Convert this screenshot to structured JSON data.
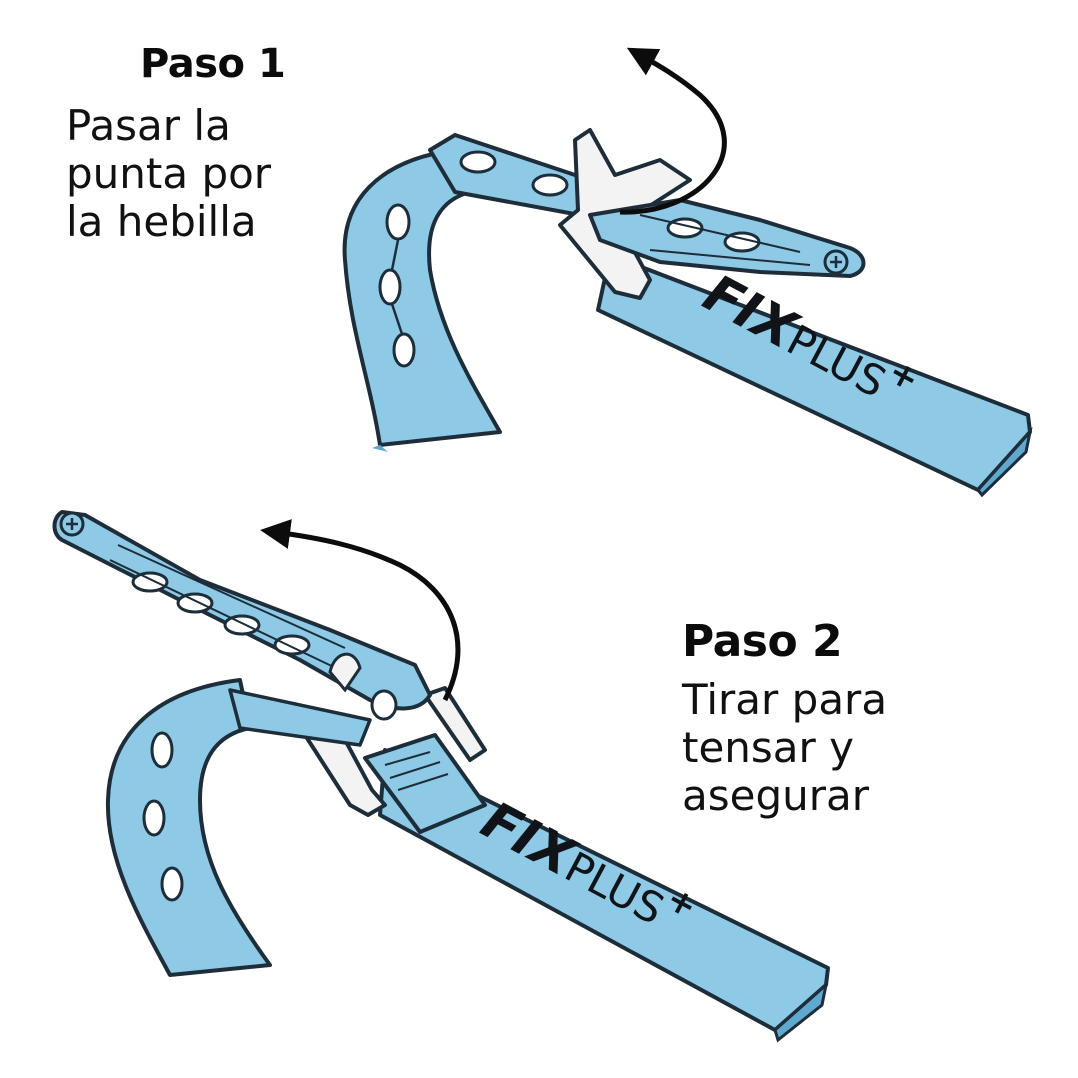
{
  "steps": [
    {
      "title": "Paso 1",
      "lines": [
        "Pasar la",
        "punta por",
        "la hebilla"
      ]
    },
    {
      "title": "Paso 2",
      "lines": [
        "Tirar para",
        "tensar y",
        "asegurar"
      ]
    }
  ],
  "brand": {
    "bold": "FIX",
    "light": "PLUS",
    "mark": "+"
  },
  "colors": {
    "strap": "#8ec9e6",
    "strap_dark": "#5fa9cf",
    "outline": "#1d2e3a",
    "buckle": "#f3f3f3",
    "text": "#111111",
    "arrow": "#0c0c0c"
  },
  "icons": [
    "curved-arrow-icon",
    "buckle-icon",
    "strap-hole-icon",
    "screw-head-icon"
  ]
}
